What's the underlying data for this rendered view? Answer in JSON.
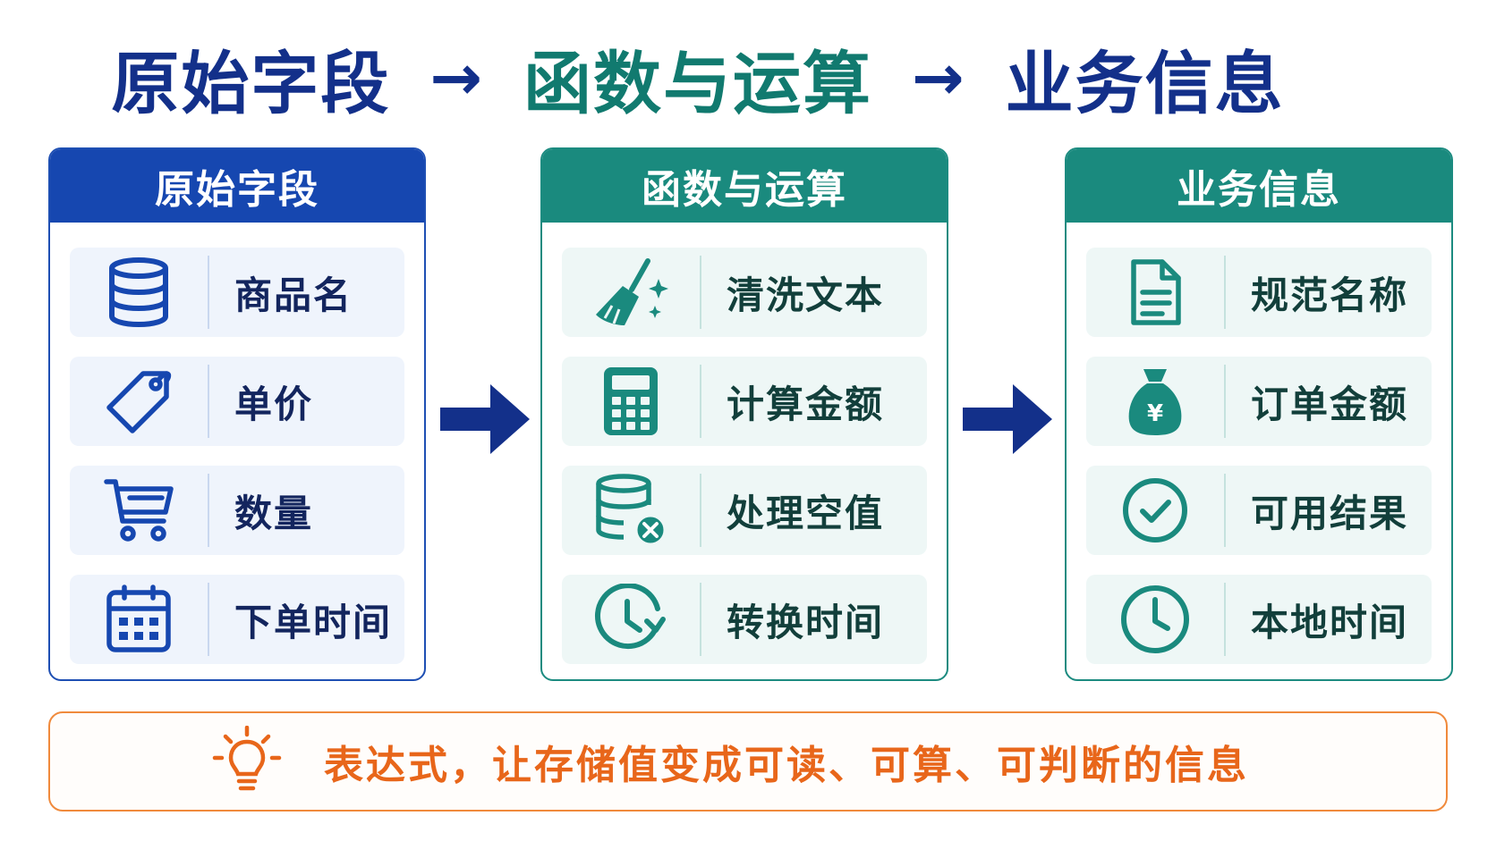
{
  "title": {
    "part1": "原始字段",
    "arrow1": "→",
    "part2": "函数与运算",
    "arrow2": "→",
    "part3": "业务信息"
  },
  "panels": [
    {
      "header": "原始字段",
      "theme": "blue",
      "items": [
        {
          "label": "商品名",
          "icon": "database-icon"
        },
        {
          "label": "单价",
          "icon": "price-tag-icon"
        },
        {
          "label": "数量",
          "icon": "shopping-cart-icon"
        },
        {
          "label": "下单时间",
          "icon": "calendar-icon"
        }
      ]
    },
    {
      "header": "函数与运算",
      "theme": "teal",
      "items": [
        {
          "label": "清洗文本",
          "icon": "broom-sparkle-icon"
        },
        {
          "label": "计算金额",
          "icon": "calculator-icon"
        },
        {
          "label": "处理空值",
          "icon": "database-remove-icon"
        },
        {
          "label": "转换时间",
          "icon": "clock-refresh-icon"
        }
      ]
    },
    {
      "header": "业务信息",
      "theme": "teal",
      "items": [
        {
          "label": "规范名称",
          "icon": "document-icon"
        },
        {
          "label": "订单金额",
          "icon": "money-bag-icon"
        },
        {
          "label": "可用结果",
          "icon": "check-circle-icon"
        },
        {
          "label": "本地时间",
          "icon": "clock-icon"
        }
      ]
    }
  ],
  "footer": {
    "text": "表达式，让存储值变成可读、可算、可判断的信息",
    "icon": "lightbulb-icon"
  },
  "colors": {
    "blue": "#1647b0",
    "teal": "#1a8a7e",
    "navy": "#13308a",
    "orange": "#f08a3c"
  }
}
